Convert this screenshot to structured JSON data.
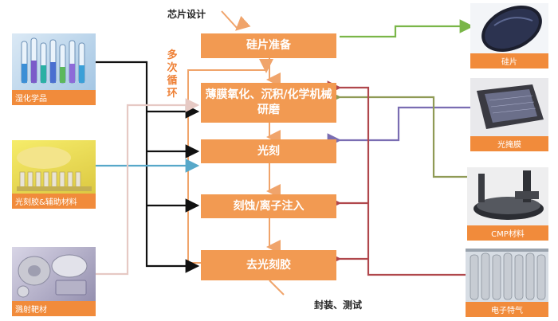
{
  "top_label": "芯片设计",
  "bottom_label": "封装、测试",
  "loop_label": "多次循环",
  "steps": [
    {
      "label": "硅片准备"
    },
    {
      "label": "薄膜氧化、沉积/化学机械研磨"
    },
    {
      "label": "光刻"
    },
    {
      "label": "刻蚀/离子注入"
    },
    {
      "label": "去光刻胶"
    }
  ],
  "left_materials": [
    {
      "label": "湿化学品"
    },
    {
      "label": "光刻胶&辅助材料"
    },
    {
      "label": "溅射靶材"
    }
  ],
  "right_materials": [
    {
      "label": "硅片"
    },
    {
      "label": "光掩膜"
    },
    {
      "label": "CMP材料"
    },
    {
      "label": "电子特气"
    }
  ],
  "colors": {
    "step_fill": "#f29a52",
    "caption_fill": "#f18b3b",
    "flow_arrow": "#f0a46b",
    "wet_chem_line": "#111111",
    "photoresist_line": "#57a8c9",
    "target_line": "#e6c9c4",
    "wafer_line": "#7ab648",
    "photomask_line": "#7a6db2",
    "cmp_line": "#8f9a55",
    "gas_line": "#b0474c"
  }
}
